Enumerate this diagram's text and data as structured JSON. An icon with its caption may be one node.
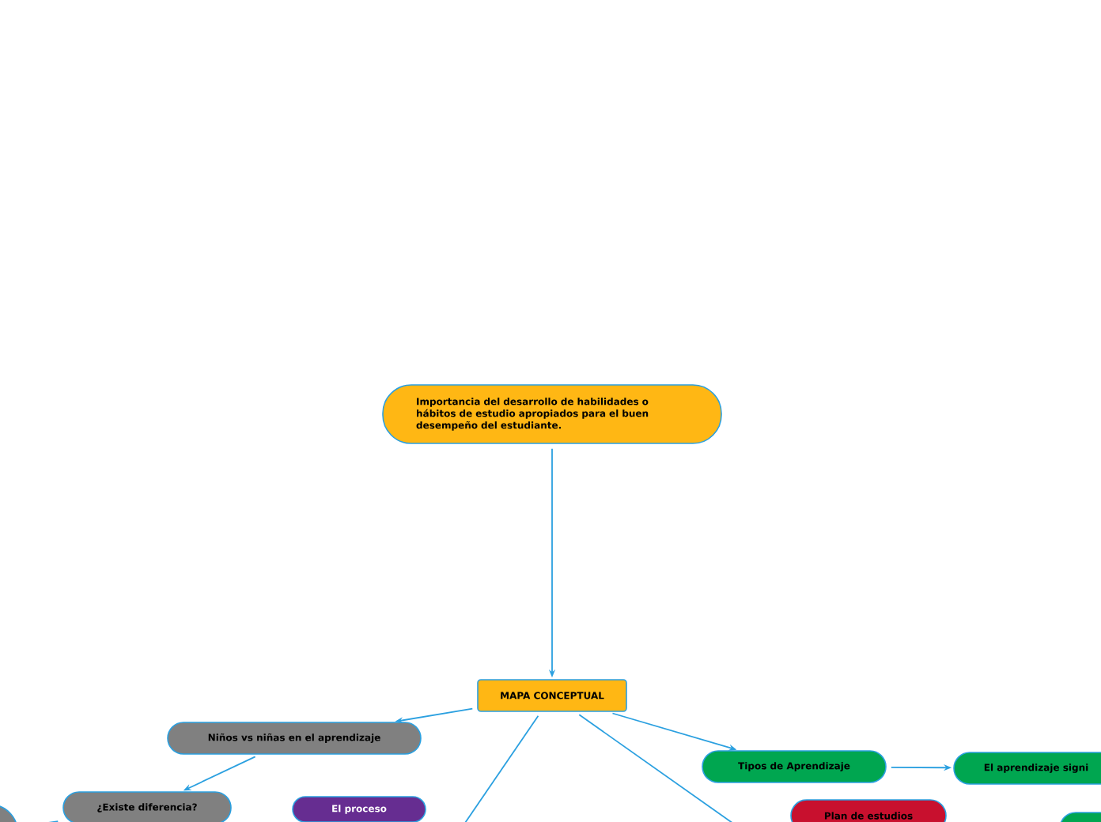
{
  "diagram": {
    "nodes": [
      {
        "text": [
          "Importancia del desarrollo de habilidades o hábitos de estudio apropiados para el buen desempeño del estudiante."
        ]
      },
      {
        "text": [
          "MAPA CONCEPTUAL"
        ]
      },
      {
        "text": [
          "Niños vs niñas en el aprendizaje"
        ]
      },
      {
        "text": [
          "¿Existe diferencia?"
        ]
      },
      {
        "text": [],
        "shape": "circle"
      },
      {
        "text": [
          "El proceso"
        ]
      },
      {
        "text": [
          "Tipos de Aprendizaje"
        ]
      },
      {
        "text": [
          "El aprendizaje signi"
        ]
      },
      {
        "text": [
          "Plan de estudios"
        ]
      },
      {
        "text": [],
        "shape": "box"
      }
    ],
    "edges": [
      {
        "from": 0,
        "to": 1,
        "arrow": "to"
      },
      {
        "from": 1,
        "to": 2,
        "arrow": "to"
      },
      {
        "from": 2,
        "to": 3,
        "arrow": "to"
      },
      {
        "from": 3,
        "to": 4,
        "arrow": "none"
      },
      {
        "from": 1,
        "to": 6,
        "arrow": "to"
      },
      {
        "from": 6,
        "to": 7,
        "arrow": "to"
      },
      {
        "from": 1,
        "to": null,
        "arrow": "none"
      },
      {
        "from": 1,
        "to": null,
        "arrow": "none"
      }
    ]
  }
}
